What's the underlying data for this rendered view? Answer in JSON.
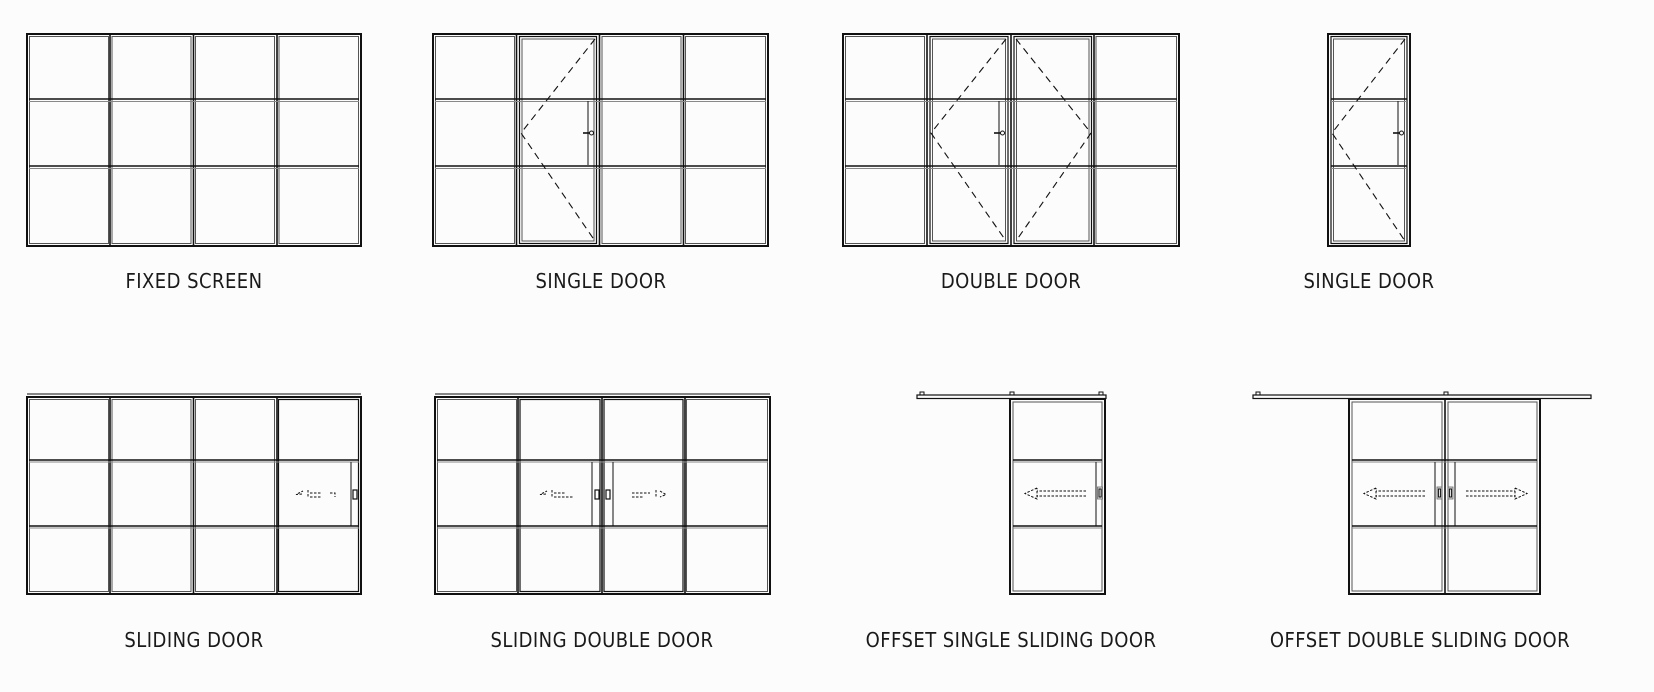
{
  "colors": {
    "background": "#fcfcfc",
    "line": "#111111",
    "inner_line": "#777777",
    "text": "#1a1a1a"
  },
  "diagrams": [
    {
      "id": "fixed-screen",
      "label": "FIXED SCREEN",
      "type": "fixed",
      "panels": 4,
      "rows": 3
    },
    {
      "id": "single-door-wide",
      "label": "SINGLE DOOR",
      "type": "hinged",
      "panels": 4,
      "rows": 3,
      "door_panels": [
        2
      ]
    },
    {
      "id": "double-door",
      "label": "DOUBLE DOOR",
      "type": "hinged",
      "panels": 4,
      "rows": 3,
      "door_panels": [
        2,
        3
      ]
    },
    {
      "id": "single-door-narrow",
      "label": "SINGLE DOOR",
      "type": "hinged",
      "panels": 1,
      "rows": 3,
      "door_panels": [
        1
      ]
    },
    {
      "id": "sliding-door",
      "label": "SLIDING DOOR",
      "type": "sliding",
      "panels": 4,
      "rows": 3,
      "slide_direction": "left"
    },
    {
      "id": "sliding-double-door",
      "label": "SLIDING DOUBLE DOOR",
      "type": "sliding",
      "panels": 4,
      "rows": 3,
      "slide_direction": "left-right"
    },
    {
      "id": "offset-single-sliding-door",
      "label": "OFFSET SINGLE SLIDING DOOR",
      "type": "offset-sliding",
      "panels": 1,
      "rows": 3,
      "slide_direction": "left"
    },
    {
      "id": "offset-double-sliding-door",
      "label": "OFFSET DOUBLE SLIDING DOOR",
      "type": "offset-sliding",
      "panels": 2,
      "rows": 3,
      "slide_direction": "left-right"
    }
  ]
}
